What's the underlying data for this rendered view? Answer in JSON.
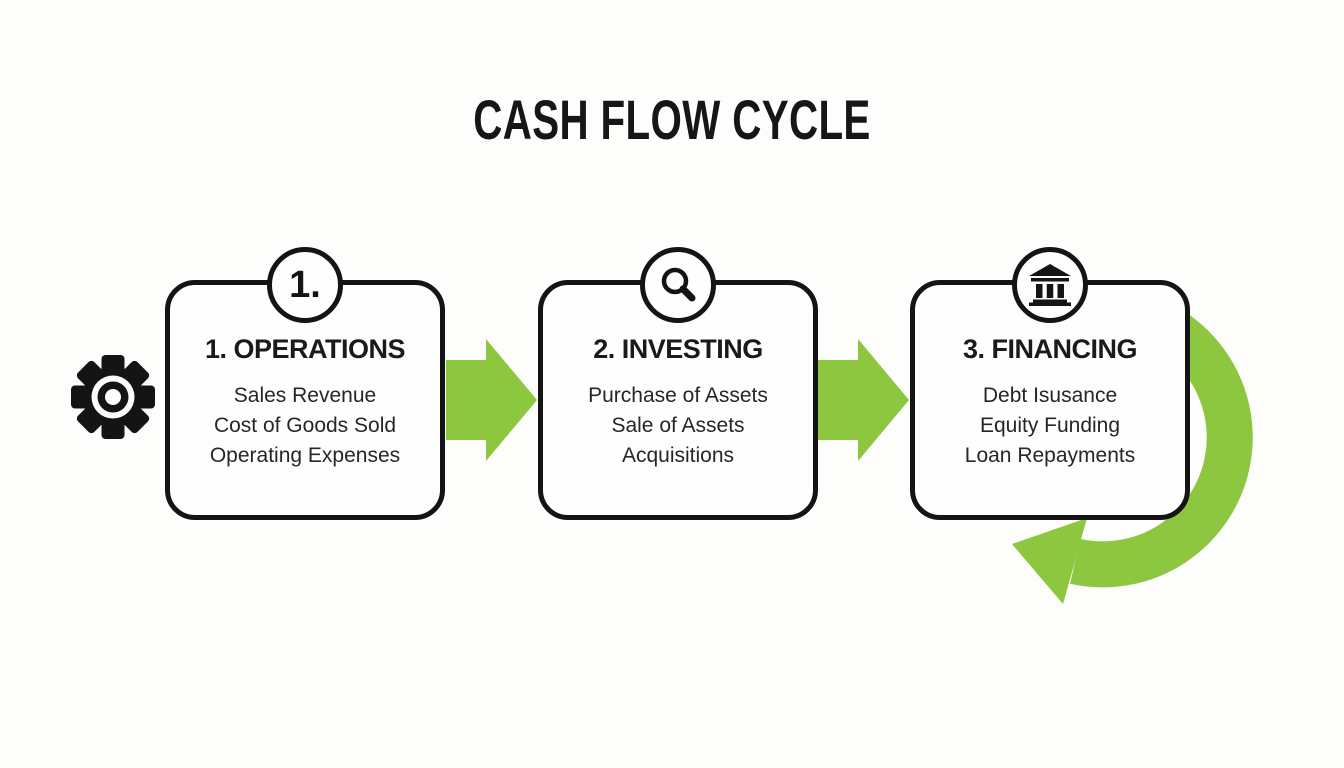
{
  "title": "CASH FLOW CYCLE",
  "colors": {
    "accent_green": "#8dc63f",
    "ink": "#141414",
    "background": "#fdfdfc"
  },
  "steps": [
    {
      "id": "operations",
      "badge_label": "1.",
      "badge_icon": "number-1-badge",
      "heading": "1. OPERATIONS",
      "items": [
        "Sales Revenue",
        "Cost of Goods Sold",
        "Operating Expenses"
      ]
    },
    {
      "id": "investing",
      "badge_icon": "magnifier-icon",
      "heading": "2. INVESTING",
      "items": [
        "Purchase of Assets",
        "Sale of Assets",
        "Acquisitions"
      ]
    },
    {
      "id": "financing",
      "badge_icon": "bank-icon",
      "heading": "3. FINANCING",
      "items": [
        "Debt Isusance",
        "Equity Funding",
        "Loan Repayments"
      ]
    }
  ],
  "icons": {
    "left_margin": "gear-icon",
    "connector_1": "arrow-right-icon",
    "connector_2": "arrow-right-icon",
    "cycle": "curved-cycle-arrow-icon"
  }
}
